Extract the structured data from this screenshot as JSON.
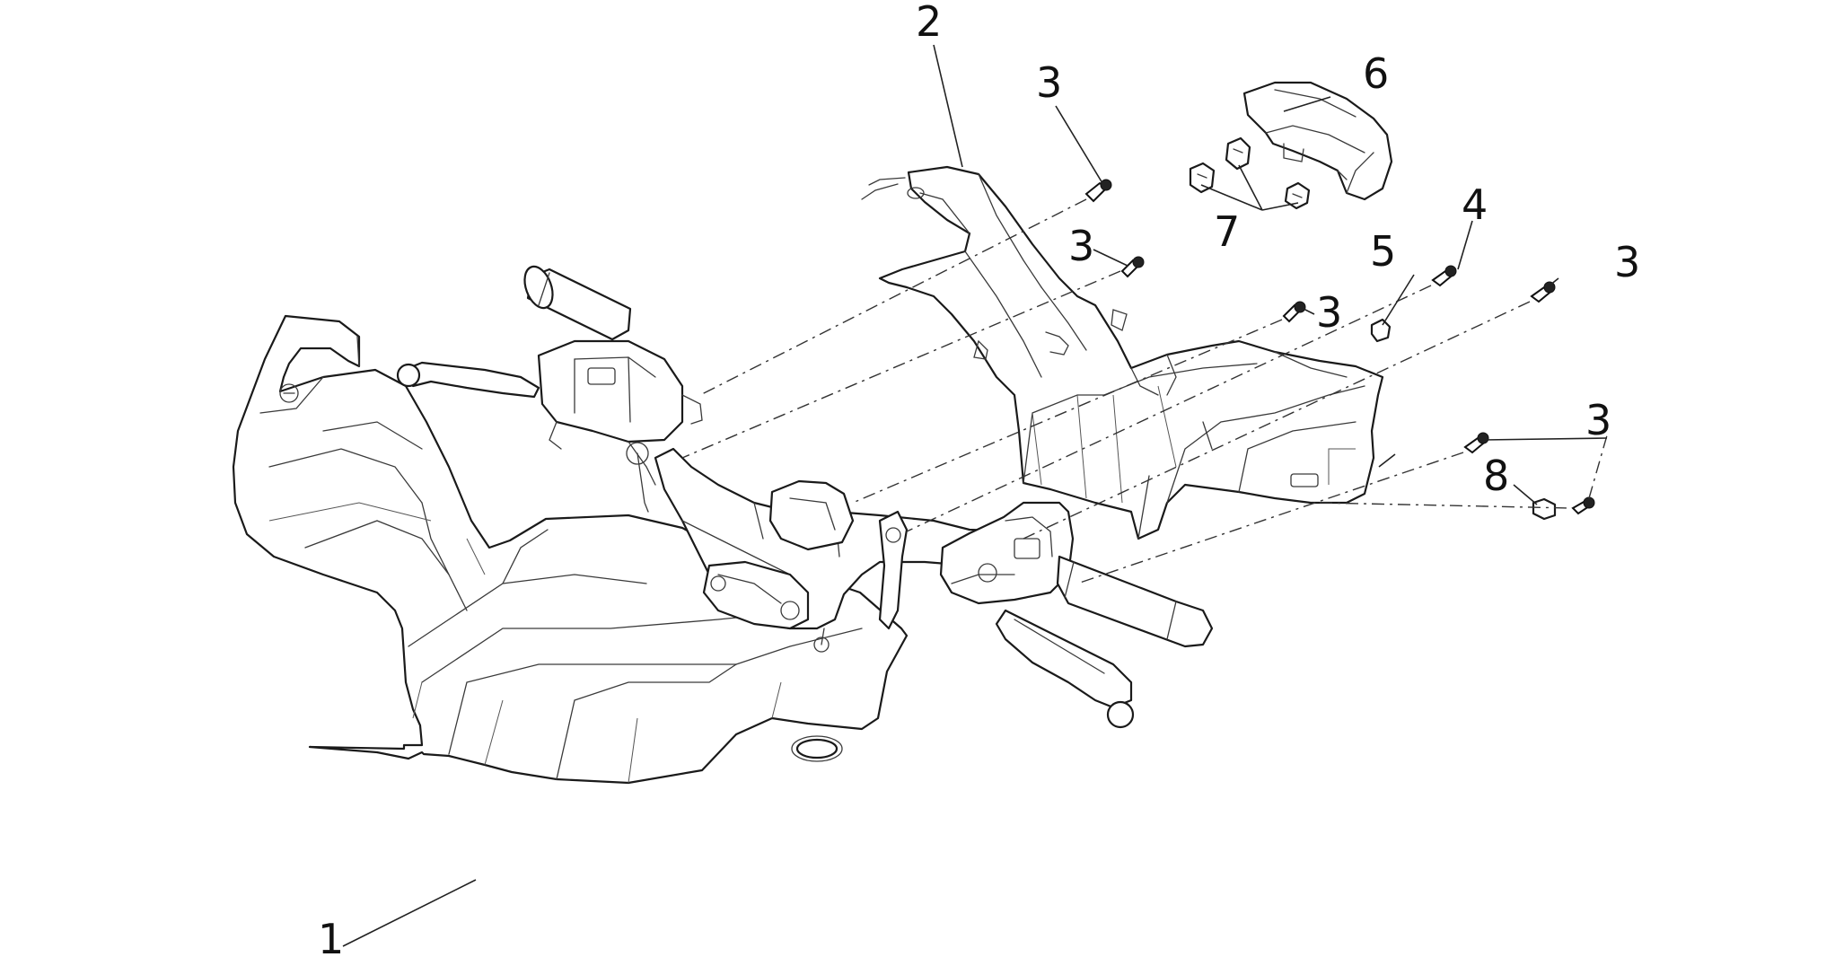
{
  "callouts": {
    "c1": "1",
    "c2": "2",
    "c3a": "3",
    "c3b": "3",
    "c3c": "3",
    "c3d": "3",
    "c3e": "3",
    "c4": "4",
    "c5": "5",
    "c6": "6",
    "c7": "7",
    "c8": "8"
  }
}
